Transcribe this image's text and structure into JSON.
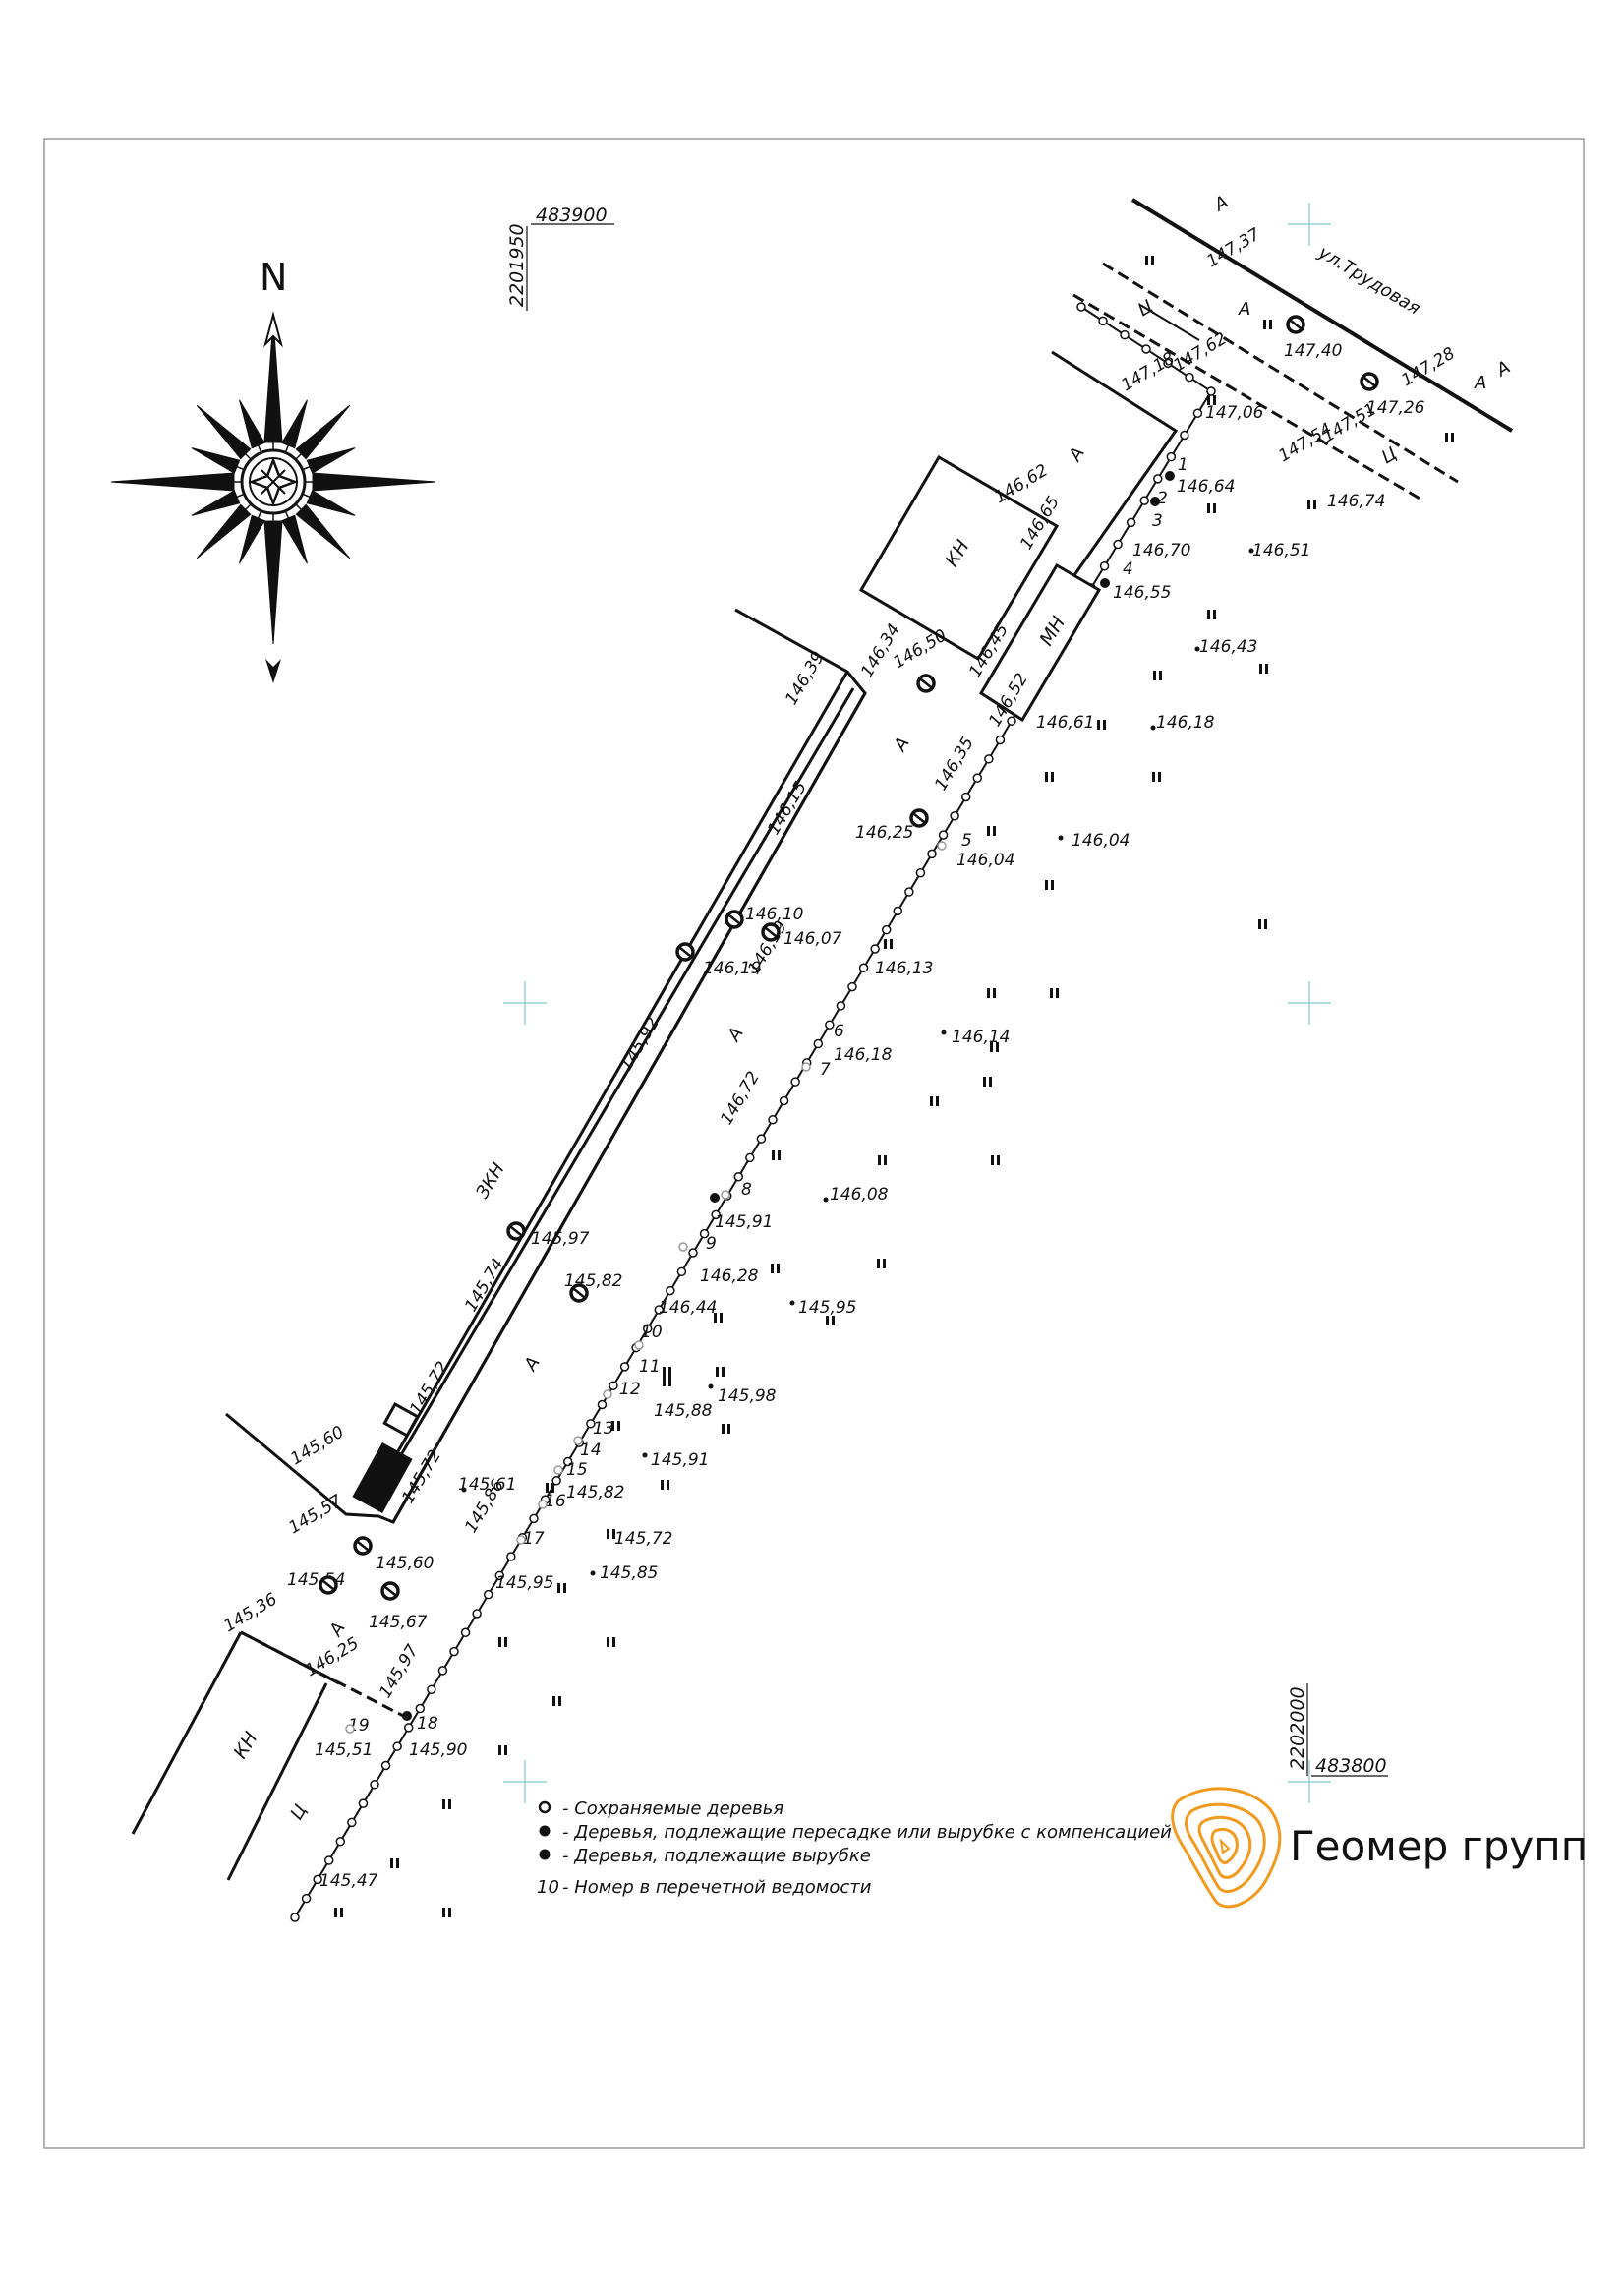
{
  "coordinates": {
    "x_top": "483900",
    "y_top": "2201950",
    "x_bottom": "483800",
    "y_bottom": "2202000"
  },
  "compass": {
    "north_label": "N"
  },
  "street_name": "ул.Трудовая",
  "area_labels": [
    "А",
    "А",
    "А",
    "А",
    "А",
    "А",
    "А",
    "А",
    "А"
  ],
  "building_labels": [
    "КН",
    "МН",
    "КН"
  ],
  "zkn_label": "ЗКН",
  "line_labels": [
    "Ц",
    "Ц",
    "Ц"
  ],
  "elevations": [
    "147,37",
    "147,28",
    "147,40",
    "147,26",
    "147,62",
    "147,18",
    "147,06",
    "147,51",
    "147,54",
    "146,64",
    "146,74",
    "146,70",
    "146,51",
    "146,55",
    "146,43",
    "146,62",
    "146,65",
    "146,50",
    "146,45",
    "146,61",
    "146,18",
    "146,52",
    "146,35",
    "146,39",
    "146,34",
    "146,15",
    "146,25",
    "146,04",
    "146,04",
    "146,10",
    "146,07",
    "146,19",
    "146,19",
    "146,13",
    "146,14",
    "146,18",
    "145,92",
    "146,72",
    "146,08",
    "145,91",
    "146,28",
    "145,97",
    "145,82",
    "145,74",
    "146,44",
    "145,95",
    "145,98",
    "145,88",
    "145,72",
    "145,60",
    "145,72",
    "145,91",
    "145,61",
    "145,82",
    "145,57",
    "145,86",
    "145,72",
    "145,60",
    "145,85",
    "145,54",
    "145,95",
    "145,67",
    "145,36",
    "146,25",
    "145,97",
    "145,51",
    "145,90",
    "145,47"
  ],
  "tree_numbers": [
    "1",
    "2",
    "3",
    "4",
    "5",
    "6",
    "7",
    "8",
    "9",
    "10",
    "11",
    "12",
    "13",
    "14",
    "15",
    "16",
    "17",
    "18",
    "19"
  ],
  "legend": {
    "kept": "- Сохраняемые деревья",
    "transplant": "- Деревья, подлежащие пересадке или вырубке с компенсацией",
    "cut": "- Деревья, подлежащие вырубке",
    "number_key": "10",
    "number_text": "- Номер в перечетной ведомости"
  },
  "brand": {
    "name": "Геомер групп",
    "color": "#f39a1e"
  }
}
